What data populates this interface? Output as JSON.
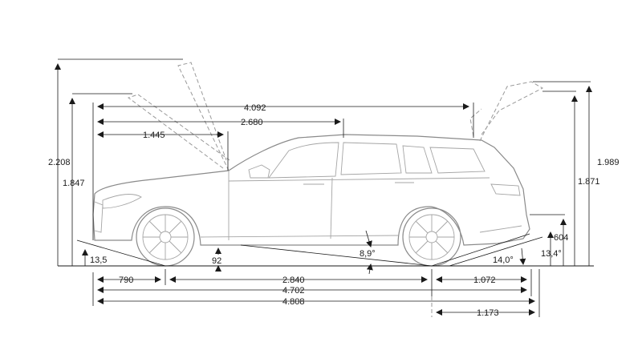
{
  "dimensions": {
    "overall_height_open_hood": "2.208",
    "height_open_hood_lower": "1.847",
    "height_open_tailgate": "1.989",
    "height_open_tailgate_lower": "1.871",
    "width_4092": "4.092",
    "width_2680": "2.680",
    "width_1445": "1.445",
    "front_overhang": "790",
    "wheelbase": "2.840",
    "rear_overhang": "1.072",
    "length": "4.702",
    "length_with_hitch": "4.808",
    "hitch_overhang": "1.173",
    "ground_clearance": "92",
    "ramp_angle": "8,9°",
    "departure_angle": "14,0°",
    "departure_angle_hitch": "13,4°",
    "front_angle": "13,5",
    "loading_sill_height": "604"
  },
  "colors": {
    "line": "#1a1a1a",
    "car_outline": "#8a8a8a"
  }
}
